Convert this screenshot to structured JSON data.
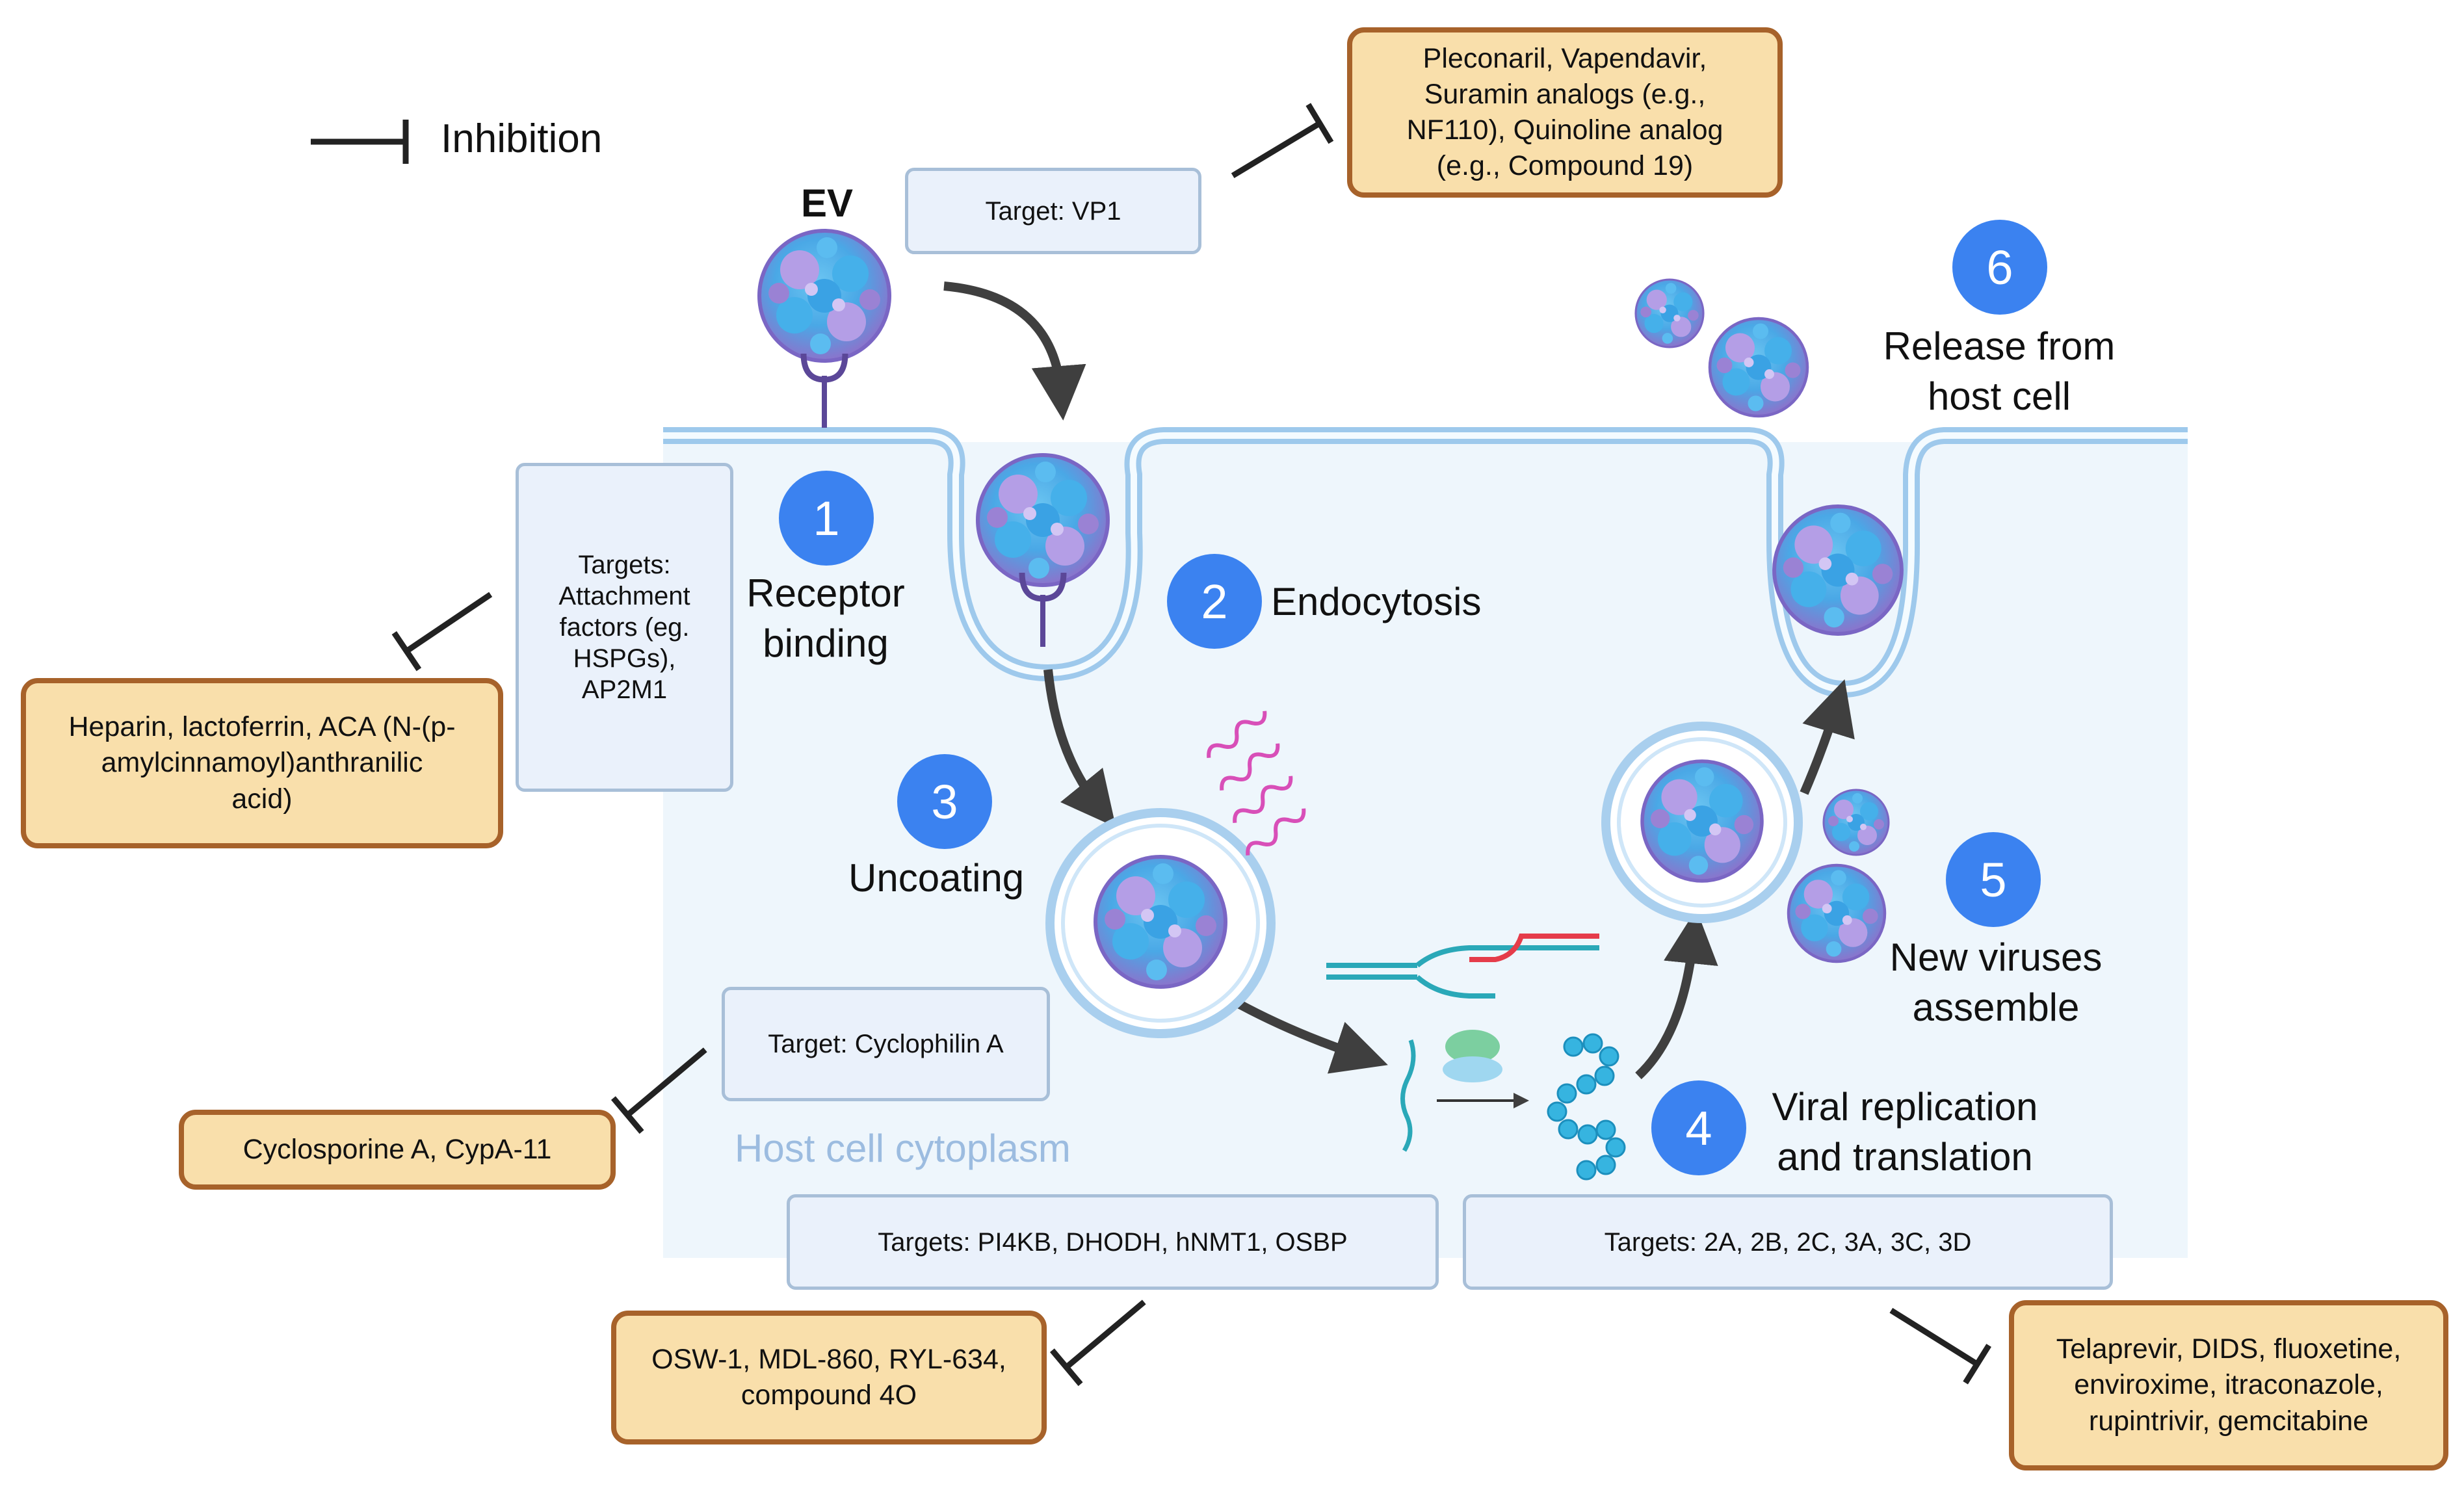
{
  "legend": {
    "inhibition_label": "Inhibition"
  },
  "virus_label": "EV",
  "cytoplasm_label": "Host cell cytoplasm",
  "steps": [
    {
      "number": "1",
      "label": "Receptor\nbinding"
    },
    {
      "number": "2",
      "label": "Endocytosis"
    },
    {
      "number": "3",
      "label": "Uncoating"
    },
    {
      "number": "4",
      "label": "Viral replication\nand translation"
    },
    {
      "number": "5",
      "label": "New viruses\nassemble"
    },
    {
      "number": "6",
      "label": "Release from\nhost cell"
    }
  ],
  "targets": {
    "vp1": "Target: VP1",
    "attachment": "Targets:\nAttachment\nfactors (eg.\nHSPGs),\nAP2M1",
    "cyclophilin": "Target: Cyclophilin A",
    "host_factors": "Targets: PI4KB, DHODH, hNMT1, OSBP",
    "viral_proteins": "Targets: 2A, 2B, 2C, 3A, 3C, 3D"
  },
  "drugs": {
    "vp1": "Pleconaril, Vapendavir,\nSuramin analogs (e.g.,\nNF110), Quinoline analog\n(e.g., Compound 19)",
    "attachment": "Heparin, lactoferrin, ACA (N-(p-\namylcinnamoyl)anthranilic\nacid)",
    "cyclophilin": "Cyclosporine A, CypA-11",
    "host_factors": "OSW-1, MDL-860, RYL-634,\ncompound 4O",
    "viral_proteins": "Telaprevir, DIDS, fluoxetine,\nenviroxime, itraconazole,\nrupintrivir, gemcitabine"
  },
  "colors": {
    "step_circle": "#3b82f0",
    "target_box_fill": "#eaf1fb",
    "target_box_border": "#a8bfd8",
    "drug_box_fill": "#f9dfab",
    "drug_box_border": "#a7622a",
    "cytoplasm": "#eef6fc",
    "membrane": "#a9cfee",
    "virus_blue": "#4fb6ea",
    "virus_purple": "#9a82d4",
    "receptor": "#5b4798",
    "rna": "#d84fb8"
  }
}
